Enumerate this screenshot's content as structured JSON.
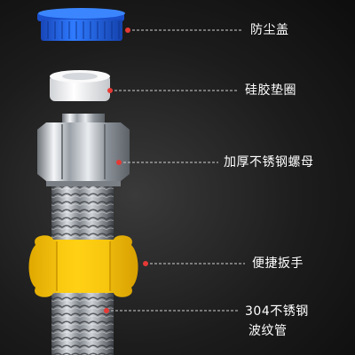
{
  "colors": {
    "background": "#1c1c1c",
    "leader_line": "#cfcfcf",
    "leader_dot": "#e53935",
    "label_text": "#ffffff",
    "cap_blue": "#1e5fe0",
    "washer_white": "#f2f2f2",
    "nut_chrome": "#c8ccd2",
    "wrench_yellow": "#f5c400",
    "hose_steel": "#a9adb3"
  },
  "labels": {
    "dust_cap": "防尘盖",
    "silicone_washer": "硅胶垫圈",
    "stainless_nut": "加厚不锈钢螺母",
    "wrench": "便捷扳手",
    "hose_line1": "304不锈钢",
    "hose_line2": "波纹管"
  }
}
